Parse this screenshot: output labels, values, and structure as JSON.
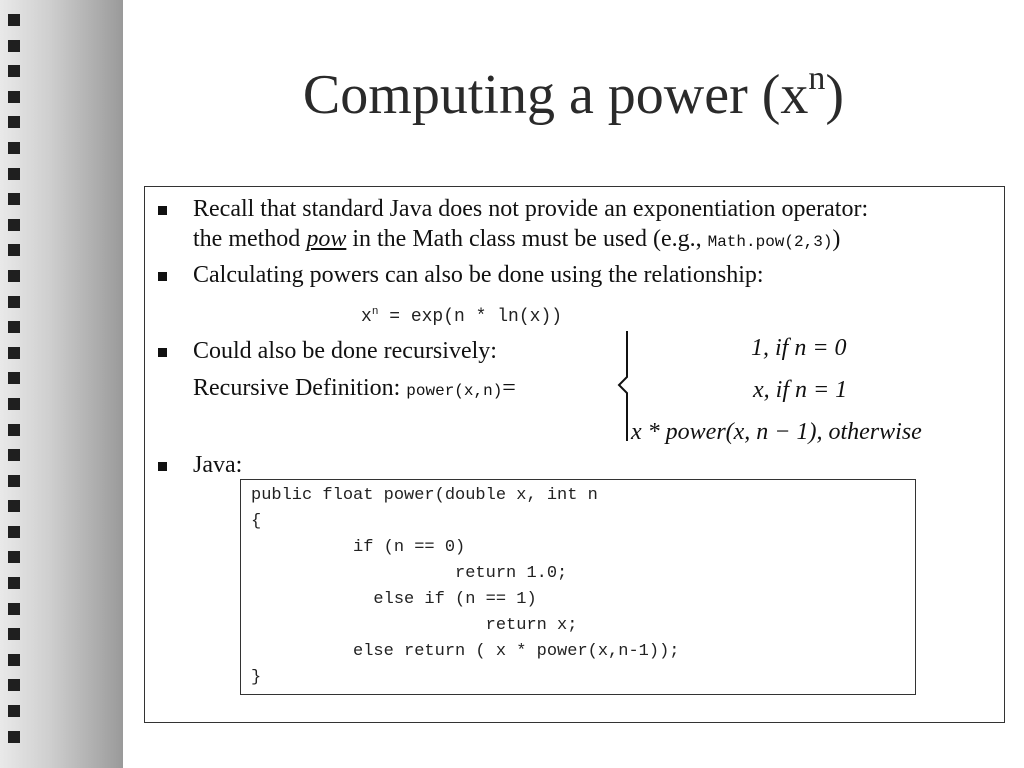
{
  "slide": {
    "title": "Computing a power (x",
    "title_superscript": "n",
    "title_close": ")"
  },
  "bullets": {
    "b1_line1": "Recall that standard Java does not provide an exponentiation operator:",
    "b1_line2_a": "the method ",
    "b1_line2_pow": "pow",
    "b1_line2_b": " in the Math class must be used (e.g., ",
    "b1_line2_code": "Math.pow(2,3)",
    "b1_line2_end": ")",
    "b2": "Calculating powers can also be done using the relationship:",
    "formula_x": "x",
    "formula_sup": "n",
    "formula_rest": " = exp(n * ln(x))",
    "b3": "Could also be done recursively:",
    "recdef_label": "Recursive Definition: ",
    "recdef_code": "power(x,n)",
    "recdef_eq": "=",
    "b4": "Java:"
  },
  "cases": {
    "case1": "1,   if   n = 0",
    "case2": "x,   if   n = 1",
    "case3": "x * power(x, n − 1),   otherwise"
  },
  "code_lines": [
    "public float power(double x, int n",
    "{",
    "          if (n == 0)",
    "                    return 1.0;",
    "            else if (n == 1)",
    "                       return x;",
    "          else return ( x * power(x,n-1));",
    "}"
  ]
}
